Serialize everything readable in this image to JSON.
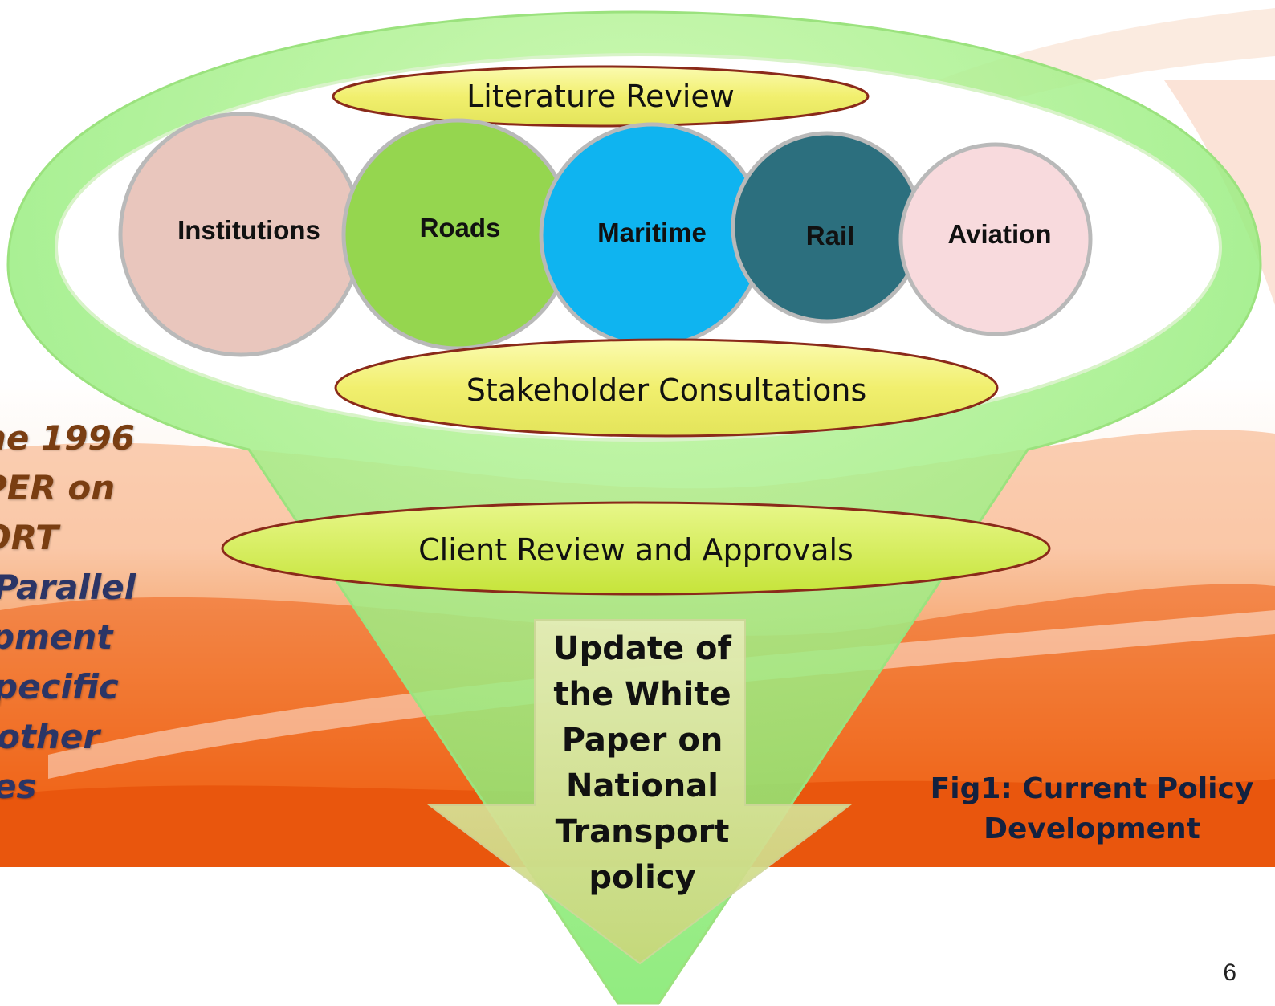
{
  "sidebar_lines": [
    "he 1996",
    "PER on",
    "ORT",
    "Parallel",
    "pment",
    "pecific",
    "other",
    "es"
  ],
  "funnel": {
    "top_oval": "Literature Review",
    "circles": [
      {
        "label": "Institutions",
        "color": "#e9c6bd"
      },
      {
        "label": "Roads",
        "color": "#95d64f"
      },
      {
        "label": "Maritime",
        "color": "#0fb4f0"
      },
      {
        "label": "Rail",
        "color": "#2c6f7e"
      },
      {
        "label": "Aviation",
        "color": "#f8dadd"
      }
    ],
    "middle_oval": "Stakeholder Consultations",
    "lower_oval": "Client Review and Approvals",
    "arrow_lines": [
      "Update of",
      "the White",
      "Paper on",
      "National",
      "Transport",
      "policy"
    ]
  },
  "caption_lines": [
    "Fig1: Current Policy",
    "Development"
  ],
  "page_number": "6"
}
